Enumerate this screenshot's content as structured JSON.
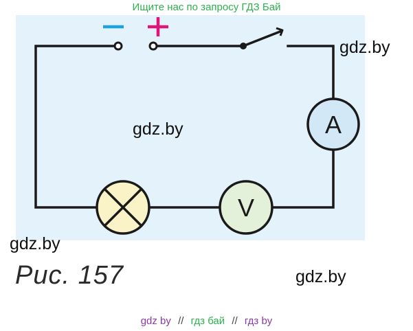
{
  "banner": {
    "text": "Ищите нас по запросу ГДЗ Бай",
    "color": "#2bb24c"
  },
  "watermarks": {
    "top_right": "gdz.by",
    "center": "gdz.by",
    "bottom_left": "gdz.by",
    "bottom_right": "gdz.by"
  },
  "circuit": {
    "terminal_minus": "−",
    "terminal_plus": "+",
    "ammeter_label": "A",
    "voltmeter_label": "V",
    "components": [
      "battery-terminals",
      "switch",
      "ammeter",
      "voltmeter",
      "lamp"
    ],
    "switch_state": "open",
    "colors": {
      "background": "#e3f2fb",
      "wire": "#1a1a1a",
      "minus": "#1aa3e0",
      "plus": "#e0157a",
      "ammeter_fill": "#d3e8f7",
      "voltmeter_fill": "#e3f0da",
      "lamp_fill": "#fbf3c8"
    }
  },
  "caption": "Рис. 157",
  "footer": {
    "part1": "gdz by",
    "sep1": "//",
    "part2": "гдз бай",
    "sep2": "//",
    "part3": "гдз by",
    "colors": {
      "gdz": "#8a3aa6",
      "sep": "#444444",
      "rus": "#2bb24c"
    }
  }
}
